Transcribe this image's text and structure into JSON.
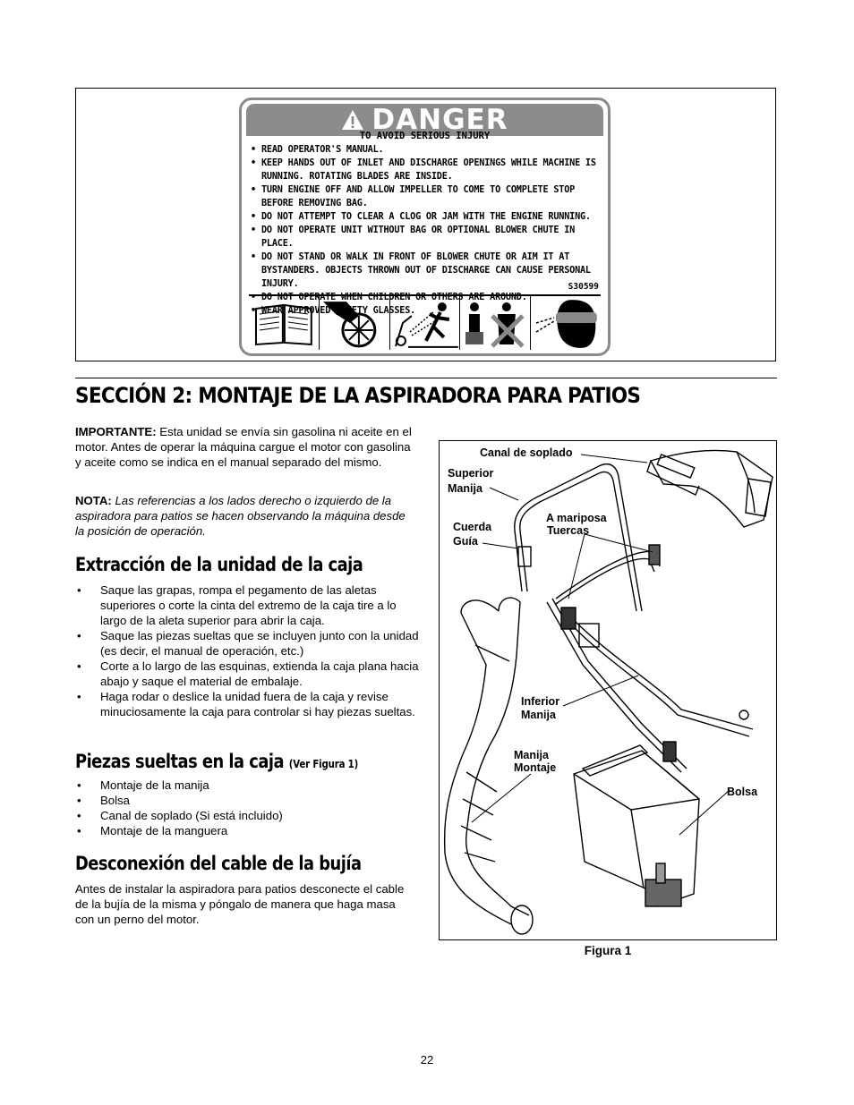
{
  "danger_label": {
    "title": "DANGER",
    "subtitle": "TO AVOID SERIOUS INJURY",
    "items": [
      "READ OPERATOR'S MANUAL.",
      "KEEP HANDS OUT OF INLET AND DISCHARGE OPENINGS WHILE   MACHINE IS RUNNING.  ROTATING BLADES ARE INSIDE.",
      "TURN ENGINE OFF AND ALLOW IMPELLER TO COME TO COMPLETE STOP BEFORE REMOVING BAG.",
      "DO NOT ATTEMPT TO CLEAR A CLOG OR JAM WITH THE ENGINE RUNNING.",
      "DO NOT OPERATE UNIT WITHOUT BAG OR OPTIONAL BLOWER CHUTE IN PLACE.",
      "DO NOT STAND OR WALK IN FRONT OF BLOWER CHUTE OR AIM IT AT BYSTANDERS. OBJECTS THROWN OUT OF DISCHARGE CAN CAUSE PERSONAL INJURY.",
      "DO NOT OPERATE WHEN CHILDREN OR OTHERS ARE AROUND.",
      "WEAR APPROVED SAFETY GLASSES."
    ],
    "code": "S30599",
    "icons": [
      "manual-icon",
      "rotating-blade-icon",
      "thrown-objects-icon",
      "no-bystanders-icon",
      "safety-glasses-icon"
    ]
  },
  "section": {
    "title": "SECCIÓN 2:   MONTAJE DE LA ASPIRADORA PARA PATIOS"
  },
  "intro": {
    "importante_label": "IMPORTANTE:",
    "importante_text": " Esta unidad se envía sin gasolina ni aceite en el motor. Antes de operar la máquina cargue el motor con gasolina y aceite como se indica en el manual separado del mismo.",
    "nota_label": "NOTA:",
    "nota_text": " Las referencias a los lados derecho o izquierdo de la aspiradora para patios se hacen observando la máquina desde la posición de operación."
  },
  "extraccion": {
    "heading": "Extracción de la unidad de la caja",
    "items": [
      "Saque las grapas, rompa el pegamento de las aletas superiores o corte la cinta del extremo de la caja tire a lo largo de la aleta superior para abrir la caja.",
      "Saque las piezas sueltas que se incluyen junto con la unidad (es decir, el manual de operación, etc.)",
      "Corte a lo largo de las esquinas, extienda la caja plana hacia abajo y saque el material de embalaje.",
      "Haga rodar o deslice la unidad fuera de la caja y revise minuciosamente la caja para controlar si hay piezas sueltas."
    ]
  },
  "piezas": {
    "heading": "Piezas sueltas en la caja",
    "ref": "(Ver Figura 1)",
    "items": [
      "Montaje de la manija",
      "Bolsa",
      "Canal de soplado  (Si está incluido)",
      "Montaje de la manguera"
    ]
  },
  "desconexion": {
    "heading": "Desconexión del cable de la bujía",
    "text": " Antes de instalar la aspiradora para patios desconecte el cable de la bujía de la misma y póngalo de manera que haga masa con un perno del motor."
  },
  "figure": {
    "labels": {
      "canal": "Canal de soplado",
      "superior_1": "Superior",
      "superior_2": "Manija",
      "cuerda_1": "Cuerda",
      "cuerda_2": "Guía",
      "mariposa_1": "A mariposa",
      "mariposa_2": "Tuercas",
      "inferior_1": "Inferior",
      "inferior_2": "Manija",
      "montaje_1": "Manija",
      "montaje_2": "Montaje",
      "bolsa": "Bolsa"
    },
    "caption": "Figura 1"
  },
  "page_number": "22"
}
